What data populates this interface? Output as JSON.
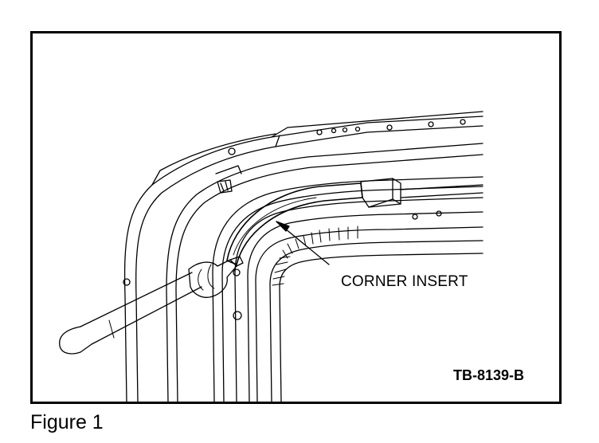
{
  "figure": {
    "callout_label": "CORNER INSERT",
    "reference_code": "TB-8139-B",
    "caption": "Figure 1"
  }
}
